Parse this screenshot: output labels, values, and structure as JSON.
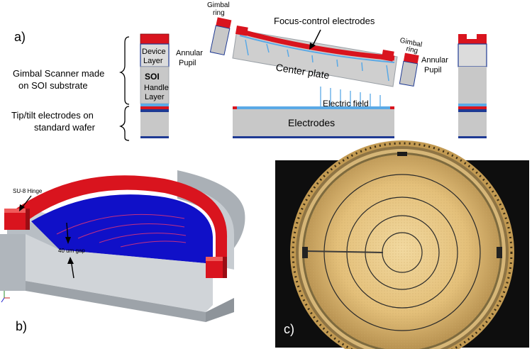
{
  "panel_a": {
    "label": "a)",
    "gimbal_scanner_label_1": "Gimbal Scanner made",
    "gimbal_scanner_label_2": "on SOI substrate",
    "tip_tilt_label_1": "Tip/tilt electrodes on",
    "tip_tilt_label_2": "standard wafer",
    "device_layer_1": "Device",
    "device_layer_2": "Layer",
    "soi": "SOI",
    "handle_layer_1": "Handle",
    "handle_layer_2": "Layer",
    "annular_pupil_left_1": "Annular",
    "annular_pupil_left_2": "Pupil",
    "gimbal_ring_left_1": "Gimbal",
    "gimbal_ring_left_2": "ring",
    "focus_control": "Focus-control electrodes",
    "center_plate": "Center plate",
    "electric_field": "Electric field",
    "electrodes": "Electrodes",
    "gimbal_ring_right_1": "Gimbal",
    "gimbal_ring_right_2": "ring",
    "annular_pupil_right_1": "Annular",
    "annular_pupil_right_2": "Pupil"
  },
  "panel_b": {
    "label": "b)",
    "hinge_label": "SU-8 Hinge",
    "gap_label": "40 um gap"
  },
  "panel_c": {
    "label": "c)"
  },
  "colors": {
    "red": "#d9141e",
    "blue_layer": "#5aa9e6",
    "dark_blue": "#1f3a93",
    "gray": "#c8c8c8",
    "gray_dark": "#9aa0a6",
    "deep_blue": "#1010c8"
  }
}
